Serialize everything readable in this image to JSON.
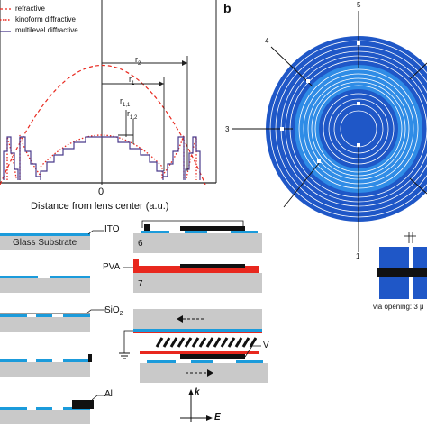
{
  "panel_a": {
    "legend": [
      {
        "label": "refractive",
        "style": "dashed",
        "color": "#e8281e"
      },
      {
        "label": "kinoform diffractive",
        "style": "dotted",
        "color": "#e8281e"
      },
      {
        "label": "multilevel diffractive",
        "style": "solid",
        "color": "#4a3b8c"
      }
    ],
    "xlabel": "Distance from lens center (a.u.)",
    "xtick": "0",
    "annotations": {
      "r2": "r",
      "r2_sub": "2",
      "r1": "r",
      "r1_sub": "1",
      "r11": "r",
      "r11_sub": "1,1",
      "r12": "r",
      "r12_sub": "1,2"
    }
  },
  "panel_b": {
    "label": "b",
    "zone_numbers": [
      "5",
      "4",
      "3",
      "1"
    ],
    "via_caption": "via opening: 3 μ"
  },
  "process": {
    "ito_label": "ITO",
    "substrate_label": "Glass Substrate",
    "sio2_label": "SiO",
    "sio2_sub": "2",
    "al_label": "Al",
    "pva_label": "PVA",
    "step6": "6",
    "step7": "7",
    "v_label": "V",
    "k_label": "k",
    "e_label": "E"
  }
}
